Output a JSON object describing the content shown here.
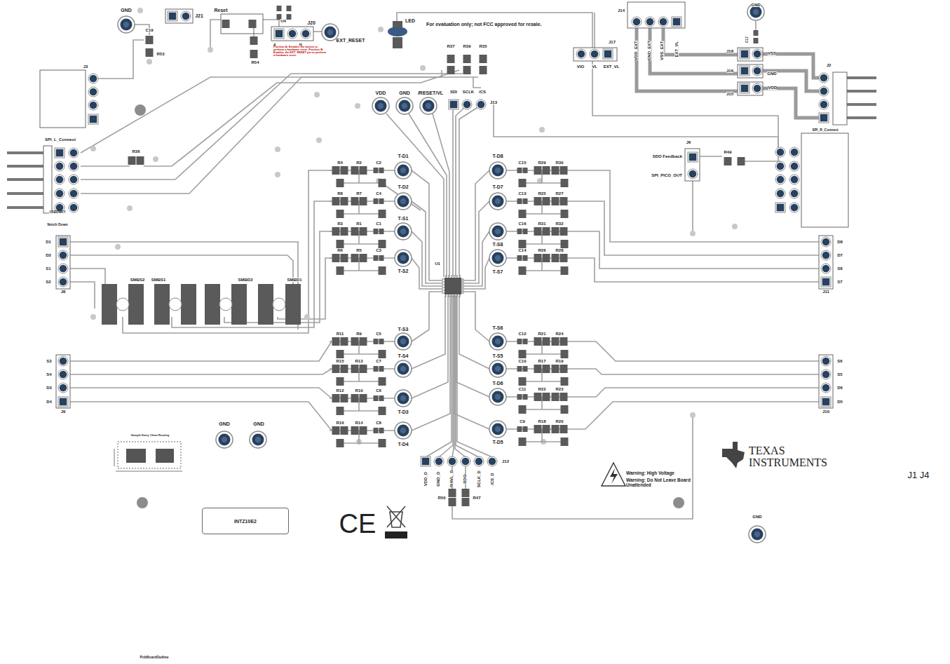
{
  "diagram": {
    "nodes": [
      {
        "text": [
          "INTZ10E2"
        ]
      }
    ],
    "labels": [
      "GND",
      "J21",
      "C19",
      "R53",
      "Reset",
      "U4",
      "J20",
      "A",
      "B",
      "EXT_RESET",
      "R54",
      "Position A: Enables the button to perform a hardware reset. Position B: Enables the EXT_RESET pin to perform a hardware reset.",
      "LED",
      "For evaluation only; not FCC approved for resale.",
      "R37",
      "R39",
      "R35",
      "J14",
      "VDD_EXT",
      "GND_EXT",
      "VSS_EXT",
      "EXT_VL",
      "J17",
      "VIO",
      "VL",
      "EXT_VL",
      "GND",
      "C17",
      "J18",
      "VSS",
      "J16",
      "GND",
      "J15",
      "VDD",
      "J2",
      "SPI_R_Connect",
      "J3",
      "VDD",
      "GND",
      "/RESET/VL",
      "SDI",
      "SCLK",
      "/CS",
      "J13",
      "SPI_L_Connect",
      "R36",
      "USBDWKY",
      "Notch Down",
      "J6",
      "SDO Feedback",
      "SPI_PICO_OUT",
      "R49",
      "R4",
      "R2",
      "C2",
      "T-D1",
      "R8",
      "R7",
      "C4",
      "T-D2",
      "R3",
      "R1",
      "C1",
      "T-S1",
      "R6",
      "R5",
      "C3",
      "T-S2",
      "T-D8",
      "C15",
      "R29",
      "R30",
      "T-D7",
      "C13",
      "R25",
      "R27",
      "T-S8",
      "C16",
      "R31",
      "R32",
      "T-S7",
      "C14",
      "R26",
      "R28",
      "D1",
      "D2",
      "S1",
      "S2",
      "J8",
      "D8",
      "D7",
      "S8",
      "S7",
      "J11",
      "SMBS2",
      "SMBS1",
      "SMBD2",
      "SMBD1",
      "U1",
      "R11",
      "R9",
      "C5",
      "T-S3",
      "R15",
      "R13",
      "C7",
      "T-S4",
      "R12",
      "R10",
      "C6",
      "T-D3",
      "R16",
      "R14",
      "C8",
      "T-D4",
      "T-S6",
      "C12",
      "R21",
      "R24",
      "T-S5",
      "C10",
      "R17",
      "R19",
      "T-D6",
      "C11",
      "R22",
      "R23",
      "T-D5",
      "C9",
      "R18",
      "R20",
      "S3",
      "S4",
      "D3",
      "D4",
      "J9",
      "S6",
      "S5",
      "D6",
      "D5",
      "J10",
      "VDD_D",
      "GND_D",
      "/RAVL_D",
      "SDO",
      "SCLK_D",
      "/CS_D",
      "J12",
      "R50",
      "R47",
      "GND",
      "GND",
      "Sample Daisy Chain Routing",
      "CE",
      "TEXAS INSTRUMENTS",
      "Warning: High Voltage",
      "Warning: Do Not Leave Board Unattended",
      "J1 J4",
      "GND",
      "PcbBoardOutline"
    ]
  }
}
